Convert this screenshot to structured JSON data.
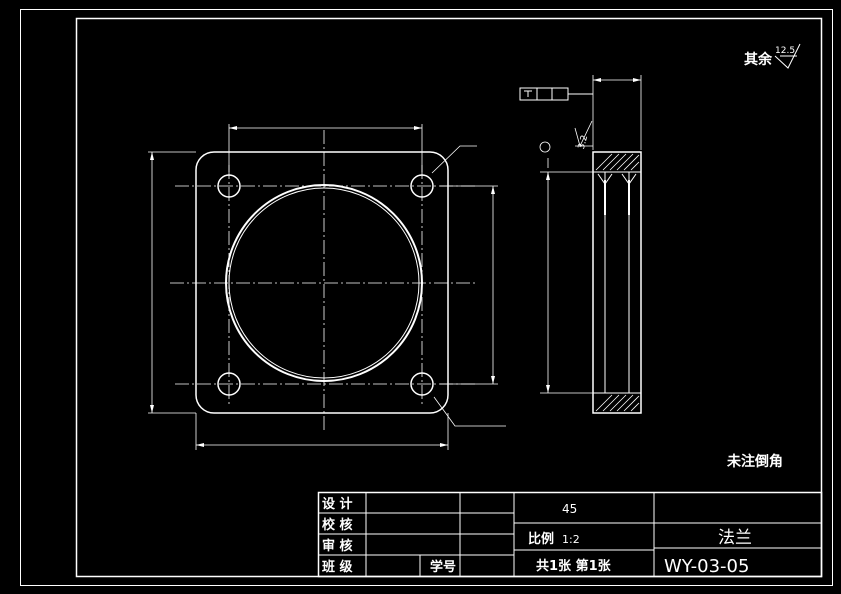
{
  "drawing": {
    "roughness_note": "其余",
    "roughness_value": "12.5",
    "surface_finish_value": "3.2",
    "chamfer_note": "未注倒角"
  },
  "title_block": {
    "designer_label": "设 计",
    "checker_label": "校 核",
    "reviewer_label": "审 核",
    "class_label": "班 级",
    "student_id_label": "学号",
    "material": "45",
    "scale_label": "比例",
    "scale_value": "1:2",
    "sheet_info": "共1张 第1张",
    "part_name": "法兰",
    "drawing_number": "WY-03-05"
  },
  "colors": {
    "background": "#000000",
    "lines": "#ffffff"
  }
}
